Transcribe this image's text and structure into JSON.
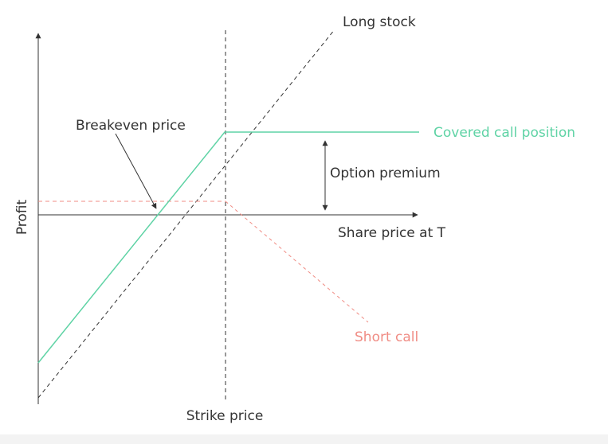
{
  "labels": {
    "long_stock": "Long stock",
    "breakeven_price": "Breakeven price",
    "covered_call_position": "Covered call position",
    "option_premium": "Option premium",
    "share_price_at_t": "Share price at T",
    "short_call": "Short call",
    "strike_price": "Strike price",
    "profit": "Profit"
  },
  "colors": {
    "axis": "#333333",
    "text": "#333333",
    "covered_call": "#5fd3a5",
    "short_call": "#f08c84",
    "long_stock": "#333333",
    "bottom_strip": "#f3f3f3"
  }
}
